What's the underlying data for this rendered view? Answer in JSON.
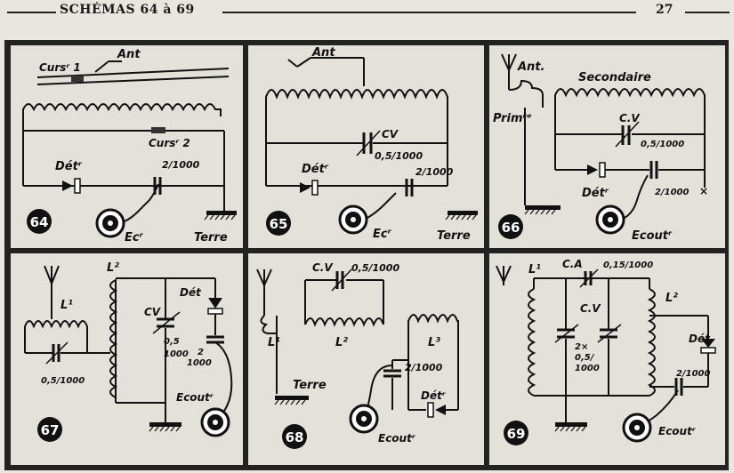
{
  "header": {
    "title": "SCHÉMAS 64 à 69",
    "page": "27"
  },
  "diagrams": [
    {
      "number": "64",
      "labels": {
        "ant": "Ant",
        "curs1": "Cursʳ 1",
        "curs2": "Cursʳ 2",
        "det": "Détʳ",
        "cap": "2/1000",
        "ecouteur": "Ecʳ",
        "terre": "Terre"
      }
    },
    {
      "number": "65",
      "labels": {
        "ant": "Ant",
        "cv": "CV",
        "cv_val": "0,5/1000",
        "det": "Détʳ",
        "cap": "2/1000",
        "ecouteur": "Ecʳ",
        "terre": "Terre"
      }
    },
    {
      "number": "66",
      "labels": {
        "ant": "Ant.",
        "primaire": "Primʳᵉ",
        "secondaire": "Secondaire",
        "cv": "C.V",
        "cv_val": "0,5/1000",
        "det": "Détʳ",
        "cap": "2/1000",
        "x": "×",
        "ecouteur": "Ecoutʳ"
      }
    },
    {
      "number": "67",
      "labels": {
        "l1": "L¹",
        "l2": "L²",
        "cv": "CV",
        "cv_val1": "0,5",
        "cv_val2": "1000",
        "det": "Dét",
        "cap1": "2",
        "cap2": "1000",
        "cap_small": "0,5/1000",
        "ecouteur": "Ecoutʳ"
      }
    },
    {
      "number": "68",
      "labels": {
        "cv": "C.V",
        "cv_val": "0,5/1000",
        "l1": "L¹",
        "l2": "L²",
        "l3": "L³",
        "terre": "Terre",
        "cap": "2/1000",
        "det": "Détʳ",
        "ecouteur": "Ecoutʳ"
      }
    },
    {
      "number": "69",
      "labels": {
        "l1": "L¹",
        "ca": "C.A",
        "ca_val": "0,15/1000",
        "cv": "C.V",
        "cv_val": "2×",
        "cv_val2": "0,5/",
        "cv_val3": "1000",
        "l2": "L²",
        "det": "Dét",
        "cap": "2/1000",
        "ecouteur": "Ecoutʳ"
      }
    }
  ]
}
